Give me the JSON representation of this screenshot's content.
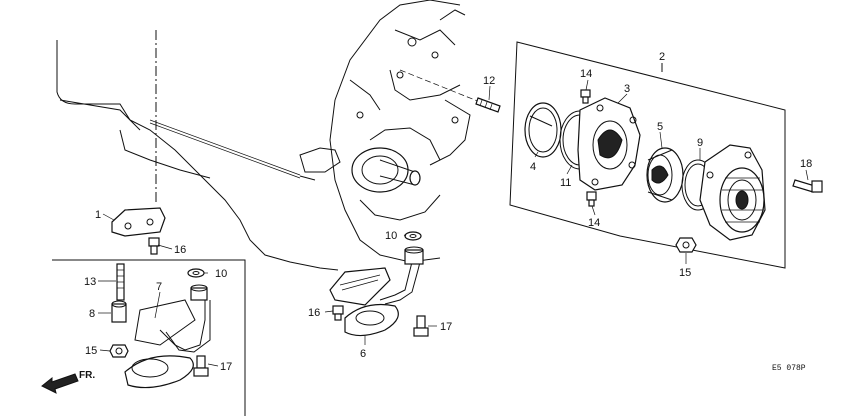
{
  "callouts": [
    {
      "id": "c1",
      "text": "1"
    },
    {
      "id": "c2",
      "text": "2"
    },
    {
      "id": "c3",
      "text": "3"
    },
    {
      "id": "c4",
      "text": "4"
    },
    {
      "id": "c5",
      "text": "5"
    },
    {
      "id": "c6",
      "text": "6"
    },
    {
      "id": "c7",
      "text": "7"
    },
    {
      "id": "c8",
      "text": "8"
    },
    {
      "id": "c9",
      "text": "9"
    },
    {
      "id": "c10a",
      "text": "10"
    },
    {
      "id": "c10b",
      "text": "10"
    },
    {
      "id": "c11",
      "text": "11"
    },
    {
      "id": "c12",
      "text": "12"
    },
    {
      "id": "c13",
      "text": "13"
    },
    {
      "id": "c14a",
      "text": "14"
    },
    {
      "id": "c14b",
      "text": "14"
    },
    {
      "id": "c15a",
      "text": "15"
    },
    {
      "id": "c15b",
      "text": "15"
    },
    {
      "id": "c16a",
      "text": "16"
    },
    {
      "id": "c16b",
      "text": "16"
    },
    {
      "id": "c17a",
      "text": "17"
    },
    {
      "id": "c17b",
      "text": "17"
    },
    {
      "id": "c18",
      "text": "18"
    }
  ],
  "front_arrow_label": "FR.",
  "diagram_code": "E5 078P"
}
